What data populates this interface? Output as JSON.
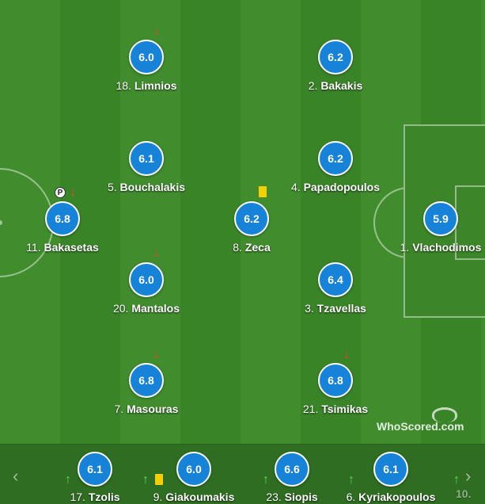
{
  "brand": {
    "logo_text_a": "WhoScored",
    "logo_text_b": ".com"
  },
  "colors": {
    "rating_bg": "#1783d8",
    "sub_off": "#e8442f",
    "sub_on": "#58d65a",
    "yellow_card": "#f4d000",
    "pitch": "#418d2e"
  },
  "players": [
    {
      "number": "18.",
      "name": "Limnios",
      "rating": "6.0",
      "sub_off": true
    },
    {
      "number": "2.",
      "name": "Bakakis",
      "rating": "6.2"
    },
    {
      "number": "5.",
      "name": "Bouchalakis",
      "rating": "6.1"
    },
    {
      "number": "4.",
      "name": "Papadopoulos",
      "rating": "6.2"
    },
    {
      "number": "11.",
      "name": "Bakasetas",
      "rating": "6.8",
      "sub_off": true,
      "penalty": true
    },
    {
      "number": "8.",
      "name": "Zeca",
      "rating": "6.2",
      "yellow_card": true
    },
    {
      "number": "1.",
      "name": "Vlachodimos",
      "rating": "5.9"
    },
    {
      "number": "20.",
      "name": "Mantalos",
      "rating": "6.0",
      "sub_off": true
    },
    {
      "number": "3.",
      "name": "Tzavellas",
      "rating": "6.4"
    },
    {
      "number": "7.",
      "name": "Masouras",
      "rating": "6.8",
      "sub_off": true
    },
    {
      "number": "21.",
      "name": "Tsimikas",
      "rating": "6.8",
      "sub_off": true
    }
  ],
  "bench": [
    {
      "number": "17.",
      "name": "Tzolis",
      "rating": "6.1",
      "sub_on": true
    },
    {
      "number": "9.",
      "name": "Giakoumakis",
      "rating": "6.0",
      "sub_on": true,
      "yellow_card": true
    },
    {
      "number": "23.",
      "name": "Siopis",
      "rating": "6.6",
      "sub_on": true
    },
    {
      "number": "6.",
      "name": "Kyriakopoulos",
      "rating": "6.1",
      "sub_on": true
    },
    {
      "number": "10.",
      "name": "",
      "rating": "",
      "sub_on": true,
      "partial": true
    }
  ],
  "icons": {
    "prev": "chevron-left-icon",
    "next": "chevron-right-icon",
    "sub_off": "arrow-down-icon",
    "sub_on": "arrow-up-icon",
    "card": "yellow-card-icon",
    "penalty": "penalty-icon"
  }
}
